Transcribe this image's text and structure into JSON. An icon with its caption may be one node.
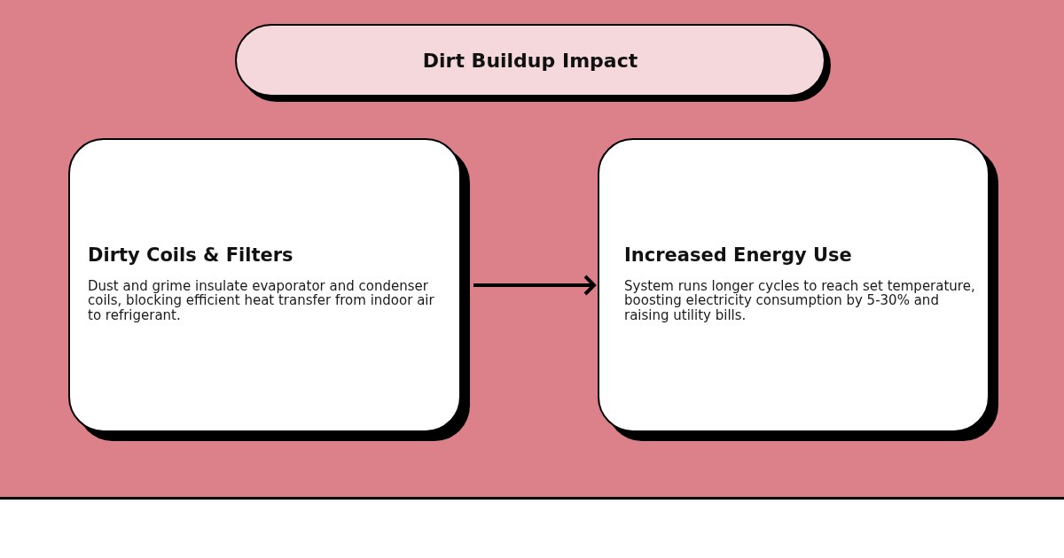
{
  "diagram": {
    "title": "Dirt Buildup Impact",
    "nodes": [
      {
        "text": [
          "Dirty Coils & Filters",
          "Dust and grime insulate evaporator and condenser coils, blocking efficient heat transfer from indoor air to refrigerant."
        ]
      },
      {
        "text": [
          "Increased Energy Use",
          "System runs longer cycles to reach set temperature, boosting electricity consumption by 5-30% and raising utility bills."
        ]
      }
    ],
    "edges": [
      {
        "from": 0,
        "to": 1,
        "arrow": "to"
      }
    ]
  }
}
